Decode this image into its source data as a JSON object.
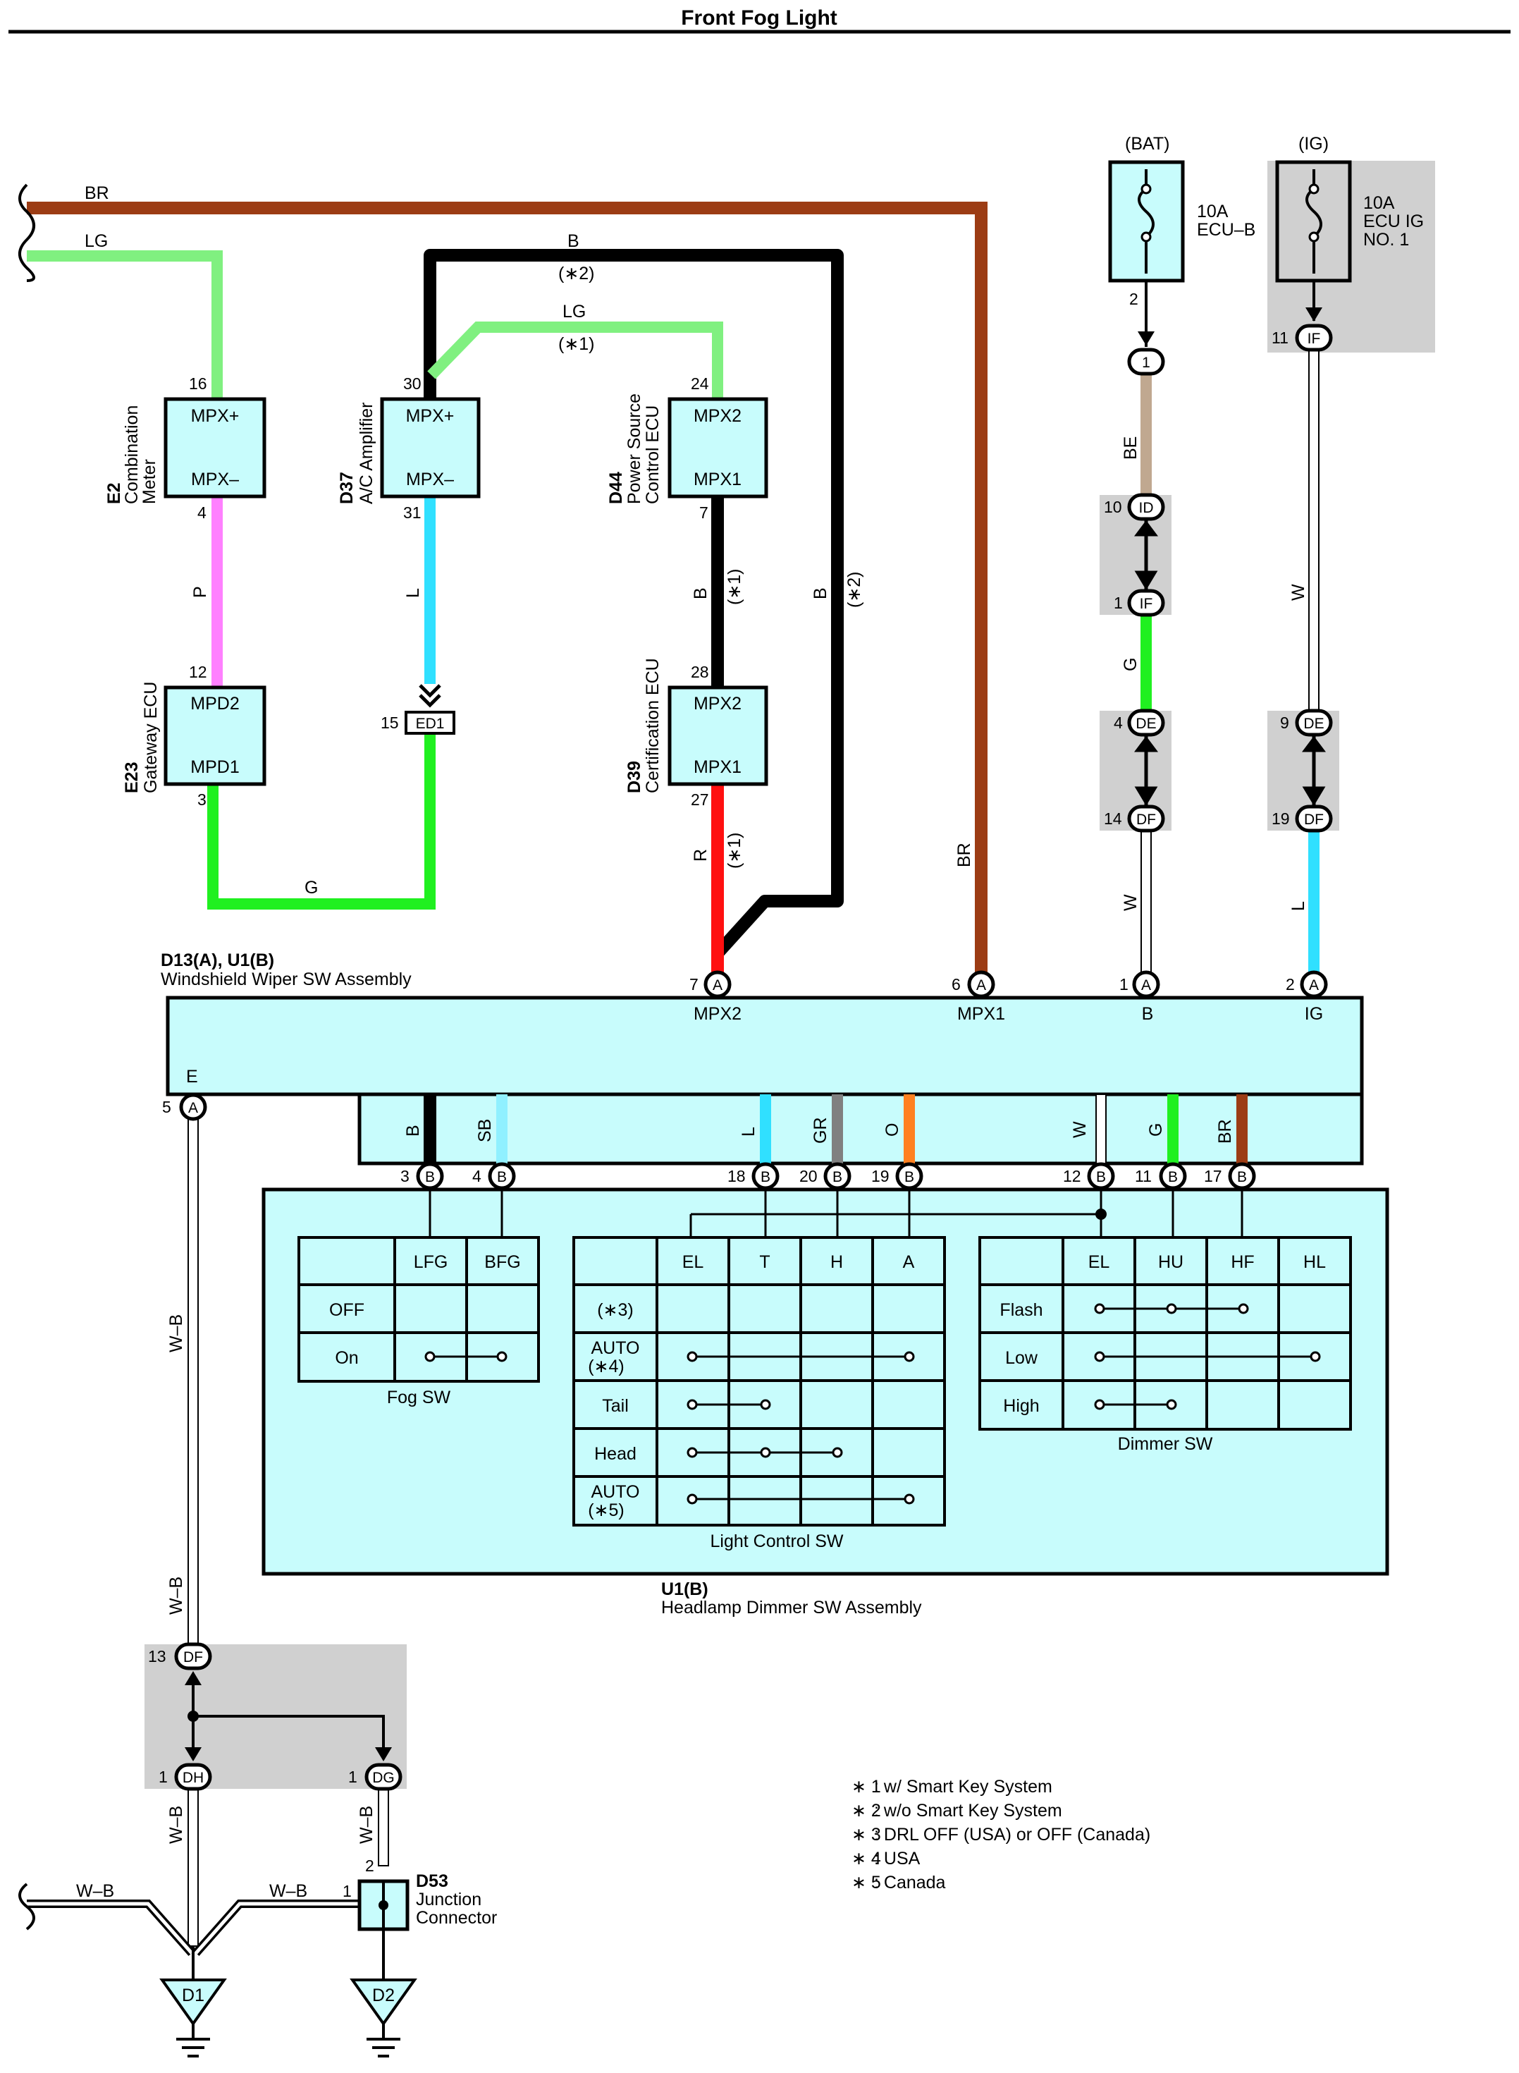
{
  "title": "Front Fog Light",
  "wires": {
    "br": "BR",
    "lg": "LG",
    "b": "B",
    "p": "P",
    "l": "L",
    "g": "G",
    "be": "BE",
    "w": "W",
    "r": "R",
    "wb": "W–B",
    "sb": "SB",
    "gr": "GR",
    "o": "O"
  },
  "notes_ref": {
    "n1": "(∗1)",
    "n2": "(∗2)",
    "n3": "(∗3)",
    "n4": "(∗4)",
    "n5": "(∗5)"
  },
  "fuses": {
    "bat": {
      "source": "(BAT)",
      "rating": "10A",
      "name": "ECU–B",
      "pin": "2"
    },
    "ig": {
      "source": "(IG)",
      "rating": "10A",
      "name1": "ECU IG",
      "name2": "NO. 1"
    }
  },
  "connectors": {
    "c1": "1",
    "id": "ID",
    "if": "IF",
    "de": "DE",
    "df": "DF",
    "ed1": "ED1",
    "a": "A",
    "b": "B",
    "dh": "DH",
    "dg": "DG"
  },
  "pins": {
    "p16": "16",
    "p4": "4",
    "p12": "12",
    "p3": "3",
    "p30": "30",
    "p31": "31",
    "p15": "15",
    "p24": "24",
    "p7": "7",
    "p28": "28",
    "p27": "27",
    "p10": "10",
    "p1": "1",
    "p14": "14",
    "p11": "11",
    "p9": "9",
    "p19": "19",
    "p6": "6",
    "p2": "2",
    "p5": "5",
    "p18": "18",
    "p20": "20",
    "p17": "17",
    "p13": "13"
  },
  "components": {
    "e2": {
      "code": "E2",
      "line1": "Combination",
      "line2": "Meter",
      "top": "MPX+",
      "bottom": "MPX–"
    },
    "d37": {
      "code": "D37",
      "line1": "A/C Amplifier",
      "top": "MPX+",
      "bottom": "MPX–"
    },
    "d44": {
      "code": "D44",
      "line1": "Power Source",
      "line2": "Control ECU",
      "top": "MPX2",
      "bottom": "MPX1"
    },
    "e23": {
      "code": "E23",
      "line1": "Gateway ECU",
      "top": "MPD2",
      "bottom": "MPD1"
    },
    "d39": {
      "code": "D39",
      "line1": "Certification ECU",
      "top": "MPX2",
      "bottom": "MPX1"
    },
    "d13": {
      "code": "D13(A), U1(B)",
      "name": "Windshield Wiper SW Assembly",
      "t_mpx2": "MPX2",
      "t_mpx1": "MPX1",
      "t_b": "B",
      "t_ig": "IG",
      "t_e": "E"
    },
    "u1": {
      "code": "U1(B)",
      "name": "Headlamp Dimmer SW Assembly"
    },
    "d53": {
      "code": "D53",
      "line1": "Junction",
      "line2": "Connector"
    },
    "d1": "D1",
    "d2": "D2"
  },
  "fog_sw": {
    "caption": "Fog SW",
    "cols": [
      "LFG",
      "BFG"
    ],
    "rows": [
      "OFF",
      "On"
    ]
  },
  "light_sw": {
    "caption": "Light Control SW",
    "cols": [
      "EL",
      "T",
      "H",
      "A"
    ],
    "rows": [
      "(∗3)",
      "AUTO",
      "Tail",
      "Head",
      "AUTO"
    ]
  },
  "dimmer_sw": {
    "caption": "Dimmer SW",
    "cols": [
      "EL",
      "HU",
      "HF",
      "HL"
    ],
    "rows": [
      "Flash",
      "Low",
      "High"
    ]
  },
  "notes": [
    {
      "mark": "∗ 1",
      "text": ": w/ Smart Key System"
    },
    {
      "mark": "∗ 2",
      "text": ": w/o Smart Key System"
    },
    {
      "mark": "∗ 3",
      "text": ": DRL OFF (USA) or OFF (Canada)"
    },
    {
      "mark": "∗ 4",
      "text": ": USA"
    },
    {
      "mark": "∗ 5",
      "text": ": Canada"
    }
  ],
  "colors": {
    "br": "#9c3c14",
    "lg": "#80f080",
    "b": "#000000",
    "p": "#ff80ff",
    "l": "#30e0ff",
    "g": "#20f020",
    "be": "#c0a890",
    "r": "#ff1010",
    "sb": "#90f0ff",
    "gr": "#808080",
    "o": "#ff8020",
    "w": "#ffffff",
    "box": "#c8fcfc",
    "gray": "#d0d0d0"
  }
}
